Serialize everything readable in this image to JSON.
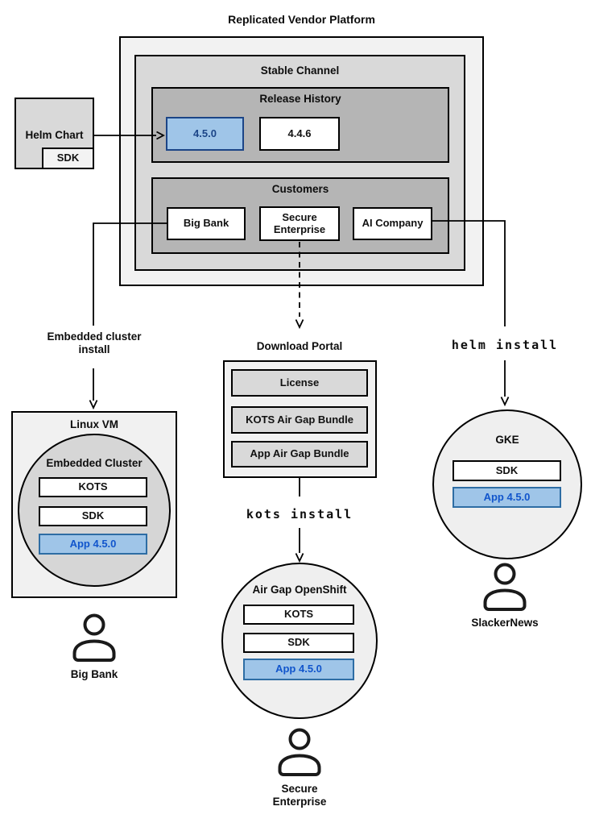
{
  "title": "Replicated Vendor Platform",
  "stable_channel": {
    "label": "Stable Channel",
    "release_history": {
      "label": "Release History",
      "releases": [
        {
          "version": "4.5.0",
          "highlighted": true
        },
        {
          "version": "4.4.6",
          "highlighted": false
        }
      ]
    },
    "customers": {
      "label": "Customers",
      "items": [
        {
          "name": "Big Bank"
        },
        {
          "name": "Secure Enterprise"
        },
        {
          "name": "AI Company"
        }
      ]
    }
  },
  "helm_chart": {
    "label": "Helm Chart",
    "sdk": "SDK"
  },
  "edges": {
    "embedded_install_label": "Embedded cluster install",
    "kots_install_label": "kots install",
    "helm_install_label": "helm install"
  },
  "download_portal": {
    "label": "Download Portal",
    "items": [
      {
        "name": "License"
      },
      {
        "name": "KOTS Air Gap Bundle"
      },
      {
        "name": "App Air Gap Bundle"
      }
    ]
  },
  "linux_vm": {
    "label": "Linux VM",
    "embedded_cluster": {
      "label": "Embedded Cluster",
      "kots": "KOTS",
      "sdk": "SDK",
      "app": "App 4.5.0"
    }
  },
  "airgap_openshift": {
    "label": "Air Gap OpenShift",
    "kots": "KOTS",
    "sdk": "SDK",
    "app": "App 4.5.0"
  },
  "gke": {
    "label": "GKE",
    "sdk": "SDK",
    "app": "App 4.5.0"
  },
  "personas": {
    "big_bank": {
      "icon": "user-icon",
      "name": "Big Bank"
    },
    "secure_enterprise": {
      "icon": "user-icon",
      "name": "Secure Enterprise"
    },
    "slackernews": {
      "icon": "user-icon",
      "name": "SlackerNews"
    }
  },
  "colors": {
    "platform_fill": "#f2f2f2",
    "channel_fill": "#d9d9d9",
    "inner_section_fill": "#b5b5b5",
    "portal_item_fill": "#d9d9d9",
    "embedded_circle_fill": "#d6d6d6",
    "runtime_circle_fill": "#efefef",
    "highlight_fill": "#9fc5e8",
    "release_highlight_border": "#1c4587",
    "app_highlight_border": "#2e6da4",
    "app_highlight_text": "#1155cc",
    "line_color": "#000000"
  }
}
